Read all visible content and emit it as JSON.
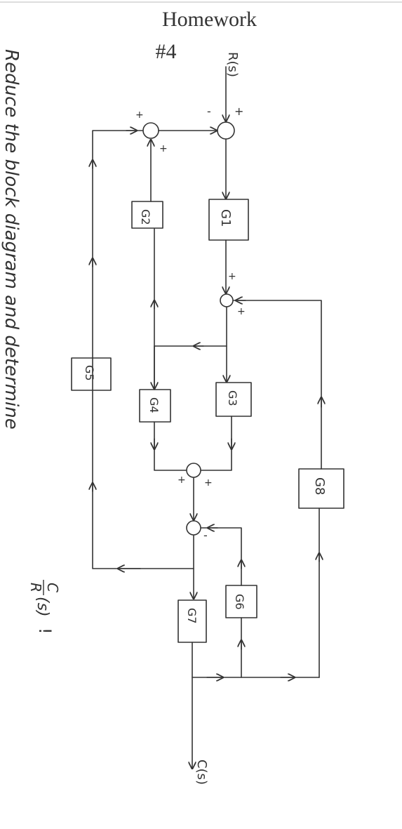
{
  "title": {
    "line1": "Homework",
    "line2": "#4"
  },
  "instruction": "Reduce the block diagram and determine",
  "ratio": {
    "numerator": "C",
    "denominator": "R",
    "arg": "(s)",
    "suffix": "!"
  },
  "signals": {
    "input": "R(s)",
    "output": "C(s)"
  },
  "blocks": [
    {
      "id": "G1",
      "label": "G1"
    },
    {
      "id": "G2",
      "label": "G2"
    },
    {
      "id": "G3",
      "label": "G3"
    },
    {
      "id": "G4",
      "label": "G4"
    },
    {
      "id": "G5",
      "label": "G5"
    },
    {
      "id": "G6",
      "label": "G6"
    },
    {
      "id": "G7",
      "label": "G7"
    },
    {
      "id": "G8",
      "label": "G8"
    }
  ],
  "signs": {
    "sj1_top": "+",
    "sj1_bottom": "+",
    "sj2_left": "-",
    "sj2_right": "+",
    "sj3_top": "+",
    "sj3_right": "+",
    "sj4_left": "+",
    "sj4_right": "+",
    "sj5_right": "-"
  },
  "colors": {
    "ink": "#333333",
    "background": "#ffffff"
  }
}
